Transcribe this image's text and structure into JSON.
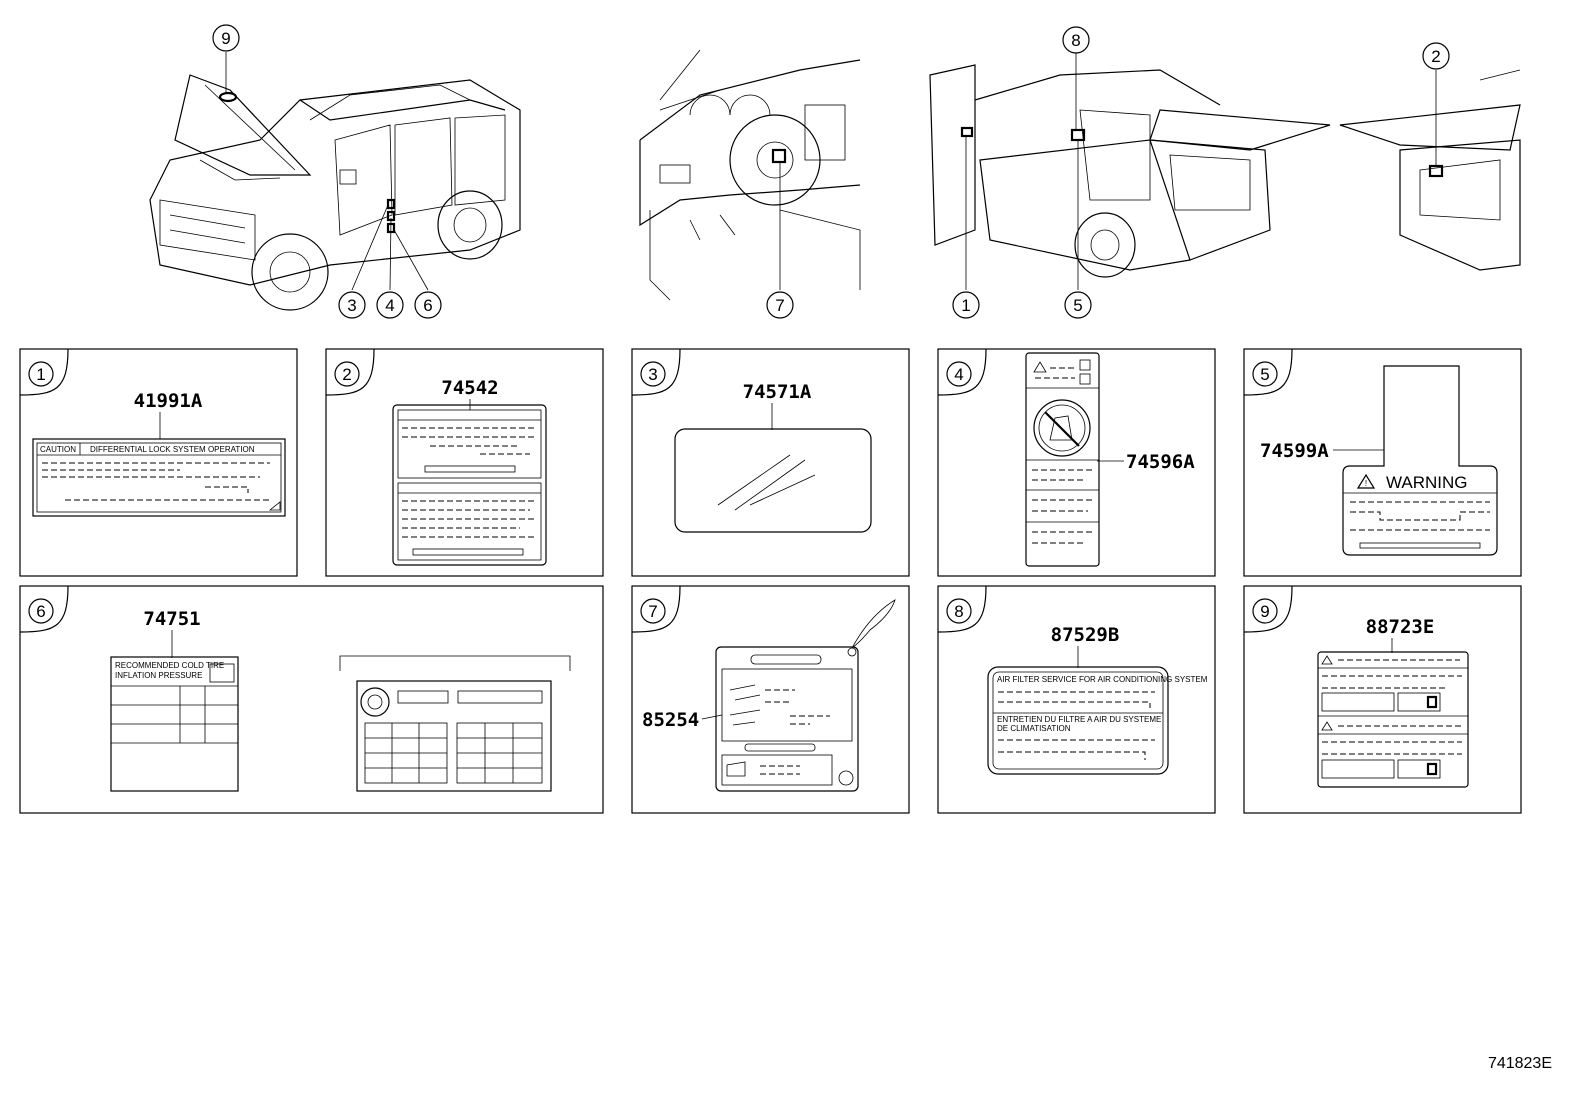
{
  "callouts_top": {
    "car1": [
      "9",
      "3",
      "4",
      "6"
    ],
    "interior": [
      "7"
    ],
    "car2": [
      "8",
      "1",
      "5"
    ],
    "rear": [
      "2"
    ]
  },
  "panels": [
    {
      "number": "1",
      "part": "41991A",
      "texts": [
        "CAUTION",
        "DIFFERENTIAL LOCK SYSTEM OPERATION"
      ]
    },
    {
      "number": "2",
      "part": "74542",
      "texts": []
    },
    {
      "number": "3",
      "part": "74571A",
      "texts": []
    },
    {
      "number": "4",
      "part": "74596A",
      "texts": []
    },
    {
      "number": "5",
      "part": "74599A",
      "texts": [
        "WARNING"
      ]
    },
    {
      "number": "6",
      "part": "74751",
      "texts": [
        "RECOMMENDED COLD TIRE",
        "INFLATION PRESSURE"
      ]
    },
    {
      "number": "7",
      "part": "85254",
      "texts": []
    },
    {
      "number": "8",
      "part": "87529B",
      "texts": [
        "AIR FILTER SERVICE FOR AIR CONDITIONING SYSTEM",
        "ENTRETIEN DU FILTRE A AIR DU SYSTEME",
        "DE CLIMATISATION"
      ]
    },
    {
      "number": "9",
      "part": "88723E",
      "texts": []
    }
  ],
  "drawing_code": "741823E",
  "icons": [
    "warning-triangle-icon",
    "no-child-seat-icon",
    "tire-icon",
    "refrigerant-icon"
  ]
}
